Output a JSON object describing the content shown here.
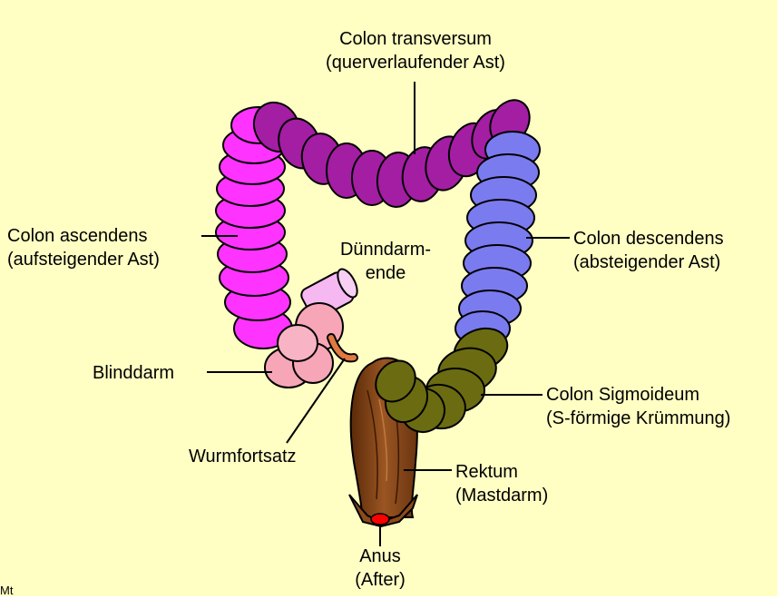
{
  "labels": {
    "transversum": [
      "Colon transversum",
      "(querverlaufender Ast)"
    ],
    "ascendens": [
      "Colon ascendens",
      "(aufsteigender Ast)"
    ],
    "duenndarm": [
      "Dünndarm-",
      "ende"
    ],
    "descendens": [
      "Colon descendens",
      "(absteigender Ast)"
    ],
    "blinddarm": [
      "Blinddarm"
    ],
    "sigmoideum": [
      "Colon Sigmoideum",
      "(S-förmige Krümmung)"
    ],
    "wurmfortsatz": [
      "Wurmfortsatz"
    ],
    "rektum": [
      "Rektum",
      "(Mastdarm)"
    ],
    "anus": [
      "Anus",
      "(After)"
    ],
    "corner": "Mt"
  },
  "colors": {
    "background": "#ffffc4",
    "ascending": "#ff33ff",
    "transverse": "#a31ea3",
    "descending": "#7b7bf0",
    "sigmoid": "#6b6b12",
    "rectum": "#8c4a1a",
    "cecum": "#f7a6b8",
    "small_intestine": "#f5b8f0",
    "appendix": "#e07a40",
    "anus": "#ff0000"
  }
}
